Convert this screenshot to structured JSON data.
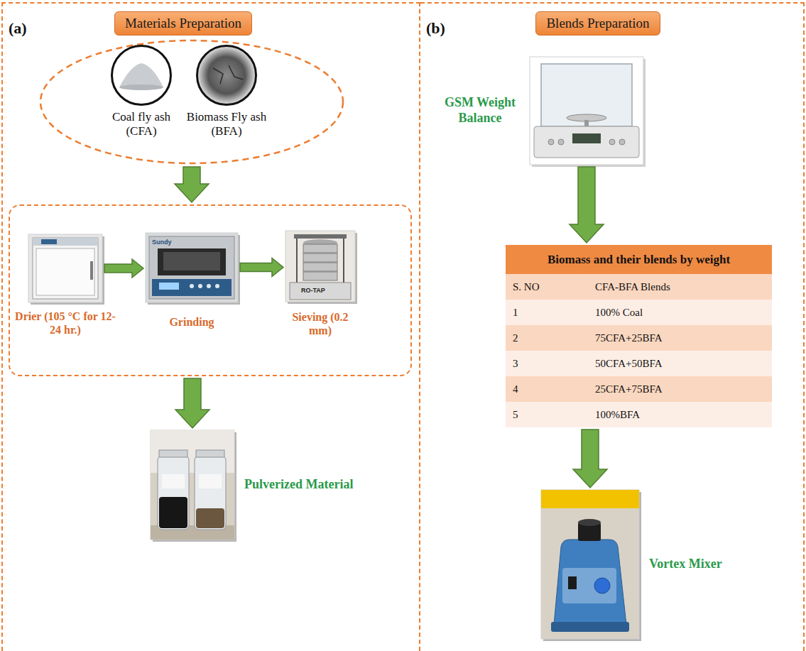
{
  "diagram": {
    "nodes": [
      {
        "text": [
          "(a)"
        ]
      },
      {
        "text": [
          "Materials Preparation"
        ],
        "in": 0
      },
      {
        "text": [],
        "in": 0
      },
      {
        "text": [
          "Coal fly ash (CFA)"
        ],
        "in": 2
      },
      {
        "text": [
          "Biomass Fly ash (BFA)"
        ],
        "in": 2
      },
      {
        "text": [],
        "in": 0
      },
      {
        "text": [
          "Drier (105 °C for 12-24 hr.)"
        ],
        "in": 5
      },
      {
        "text": [
          "Grinding"
        ],
        "in": 5
      },
      {
        "text": [
          "Sieving (0.2 mm)"
        ],
        "in": 5
      },
      {
        "text": [
          "Pulverized Material"
        ],
        "in": 0
      },
      {
        "text": [
          "(b)"
        ]
      },
      {
        "text": [
          "Blends Preparation"
        ],
        "in": 10
      },
      {
        "text": [
          "GSM Weight Balance"
        ],
        "in": 10
      },
      {
        "text": [
          "Biomass and their blends by weight"
        ],
        "in": 10
      },
      {
        "text": [
          "Vortex Mixer"
        ],
        "in": 10
      }
    ],
    "edges": [
      {
        "from": 2,
        "to": 5,
        "arrow": "to"
      },
      {
        "from": 5,
        "to": 9,
        "arrow": "to"
      },
      {
        "from": 6,
        "to": 7,
        "arrow": "to"
      },
      {
        "from": 7,
        "to": 8,
        "arrow": "to"
      },
      {
        "from": 12,
        "to": 13,
        "arrow": "to"
      },
      {
        "from": 13,
        "to": 14,
        "arrow": "to"
      }
    ],
    "labels": [
      "S. NO",
      "CFA-BFA Blends",
      "1",
      "100% Coal",
      "2",
      "75CFA+25BFA",
      "3",
      "50CFA+50BFA",
      "4",
      "25CFA+75BFA",
      "5",
      "100%BFA",
      "Sundy",
      "RO-TAP"
    ]
  }
}
